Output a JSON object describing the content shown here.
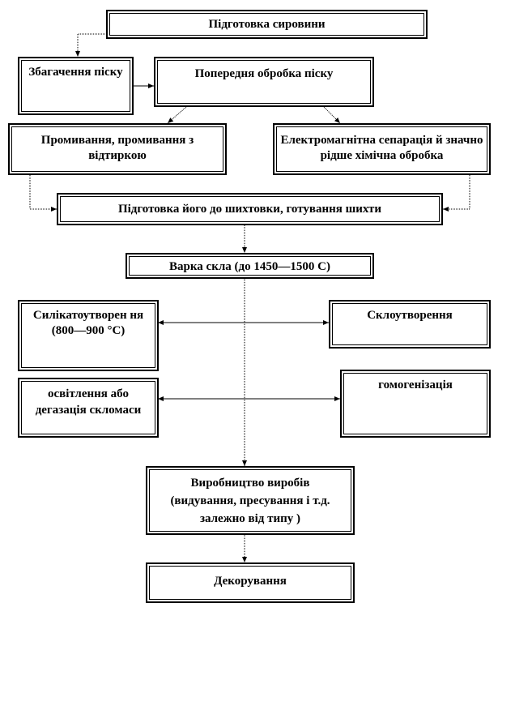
{
  "diagram": {
    "nodes": [
      {
        "id": "raw",
        "label": "Підготовка сировини"
      },
      {
        "id": "enrich",
        "label": "Збагачення піску"
      },
      {
        "id": "pretreat",
        "label": "Попередня обробка піску"
      },
      {
        "id": "wash",
        "label": "Промивання, промивання з відтиркою"
      },
      {
        "id": "electro",
        "label": "Електромагнітна сепарація й значно рідше хімічна обробка"
      },
      {
        "id": "batch",
        "label": "Підготовка його до шихтовки, готування шихти"
      },
      {
        "id": "melt",
        "label": "Варка скла (до 1450—1500 С)"
      },
      {
        "id": "silicate",
        "label": "Силікатоутворен ня (800—900 °С)"
      },
      {
        "id": "glassform",
        "label": "Склоутворення"
      },
      {
        "id": "fining",
        "label": "освітлення або дегазація скломаси"
      },
      {
        "id": "homog",
        "label": "гомогенізація"
      },
      {
        "id": "production",
        "label": "Виробництво виробів (видування, пресування і т.д. залежно від типу  )"
      },
      {
        "id": "decor",
        "label": "Декорування"
      }
    ]
  }
}
